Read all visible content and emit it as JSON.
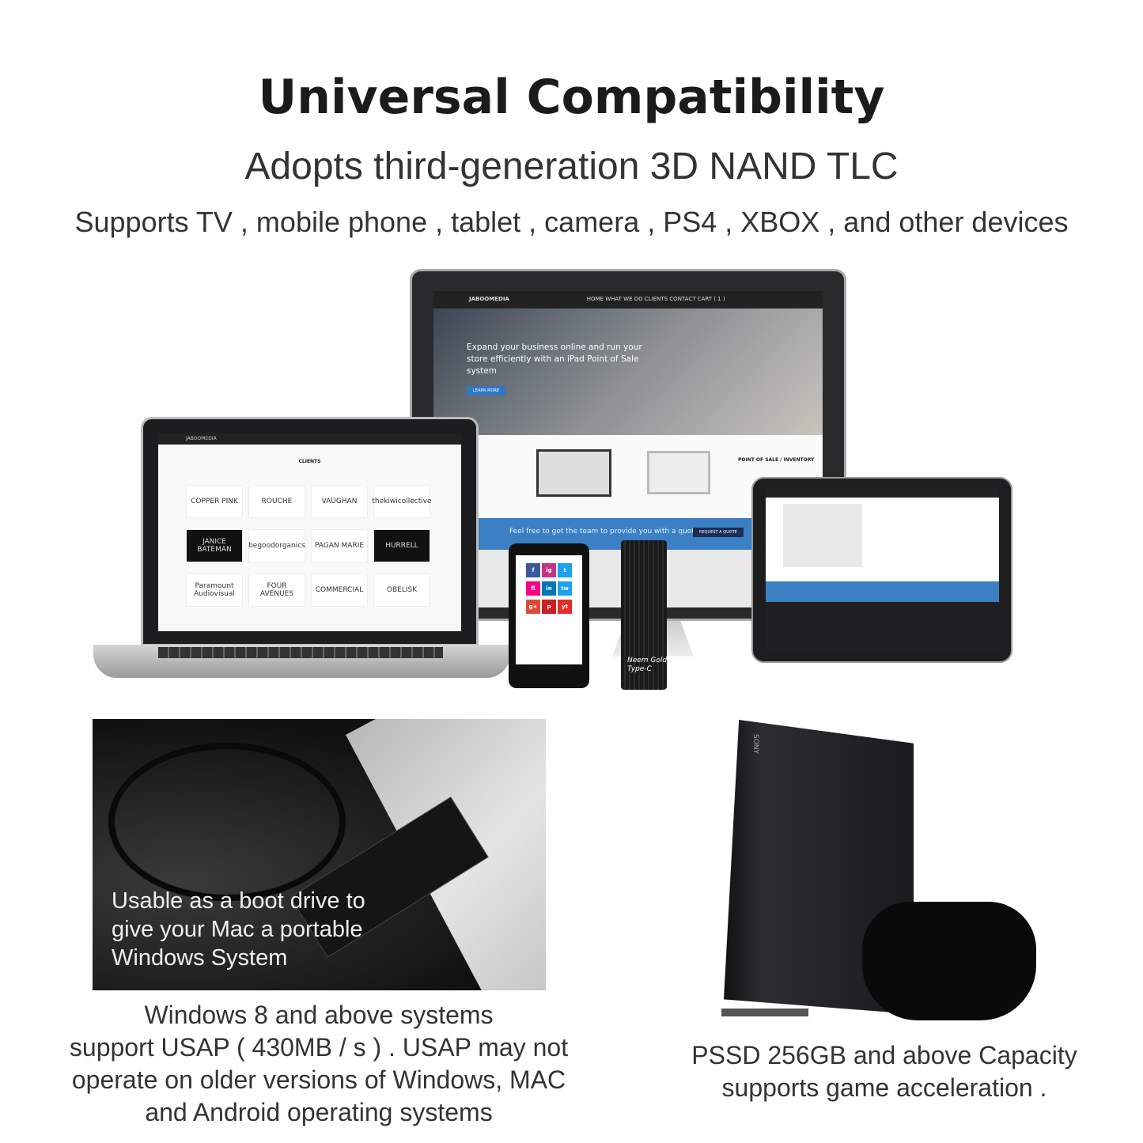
{
  "header": {
    "title": "Universal Compatibility",
    "subtitle": "Adopts third-generation 3D NAND TLC",
    "supports": "Supports TV , mobile phone , tablet , camera , PS4 , XBOX , and other devices"
  },
  "monitor": {
    "brand": "JABOOMEDIA",
    "nav": "HOME   WHAT WE DO   CLIENTS   CONTACT          CART ( 1 )",
    "hero": "Expand your business online and run your store efficiently with an iPad Point of Sale system",
    "hero_button": "LEARN MORE",
    "section": "POINT OF SALE / INVENTORY",
    "cta": "Feel free to get the team to provide you with a quote",
    "cta_button": "REQUEST A QUOTE"
  },
  "laptop": {
    "brand": "JABOOMEDIA",
    "heading": "CLIENTS",
    "clients": [
      "COPPER PINK",
      "ROUCHE",
      "VAUGHAN",
      "thekiwicollective",
      "JANICE BATEMAN",
      "begoodorganics",
      "PAGAN MARIE",
      "HURRELL",
      "Paramount Audiovisual",
      "FOUR AVENUES",
      "COMMERCIAL",
      "OBELISK"
    ]
  },
  "phone": {
    "icons": [
      "f",
      "ig",
      "t",
      "fl",
      "in",
      "tw",
      "g+",
      "p",
      "yt"
    ],
    "caption": "REPORTING AND ANALYTICS"
  },
  "ssd": {
    "logo": "Neem Gold",
    "port": "Type-C"
  },
  "photo": {
    "overlay": "Usable as a boot drive to give your Mac a portable Windows System"
  },
  "console": {
    "brand": "SONY"
  },
  "footer": {
    "left": [
      "Windows 8 and above systems",
      "support USAP ( 430MB / s ) . USAP may not",
      "operate on older versions of Windows, MAC",
      "and Android operating systems"
    ],
    "right": [
      "PSSD 256GB and above Capacity",
      "supports game acceleration ."
    ]
  }
}
